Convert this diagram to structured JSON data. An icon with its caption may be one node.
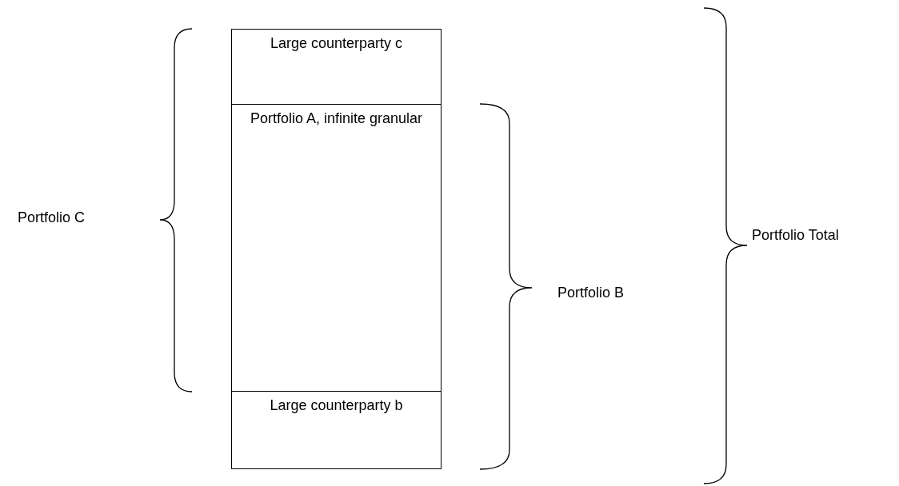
{
  "diagram": {
    "nodes": [
      {
        "text": [
          "Large counterparty c"
        ]
      },
      {
        "text": [
          "Portfolio A, infinite granular"
        ]
      },
      {
        "text": [
          "Large counterparty b"
        ]
      }
    ],
    "labels": [
      "Portfolio C",
      "Portfolio Total",
      "Portfolio B"
    ]
  }
}
